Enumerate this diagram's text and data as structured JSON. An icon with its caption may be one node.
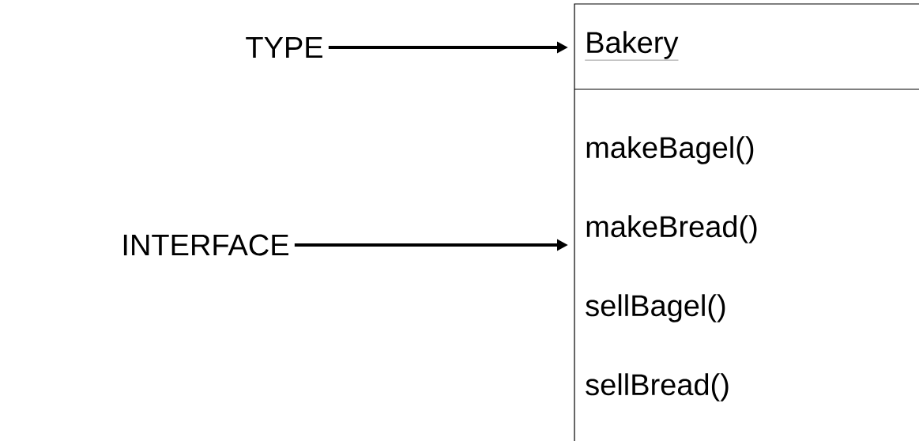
{
  "diagram": {
    "nodes": [
      {
        "text": [
          "TYPE"
        ]
      },
      {
        "text": [
          "INTERFACE"
        ]
      },
      {
        "text": [
          "Bakery",
          "makeBagel()",
          "makeBread()",
          "sellBagel()",
          "sellBread()"
        ]
      }
    ],
    "edges": [
      {
        "from": 0,
        "to": 2,
        "arrow": "to"
      },
      {
        "from": 1,
        "to": 2,
        "arrow": "to"
      }
    ]
  }
}
